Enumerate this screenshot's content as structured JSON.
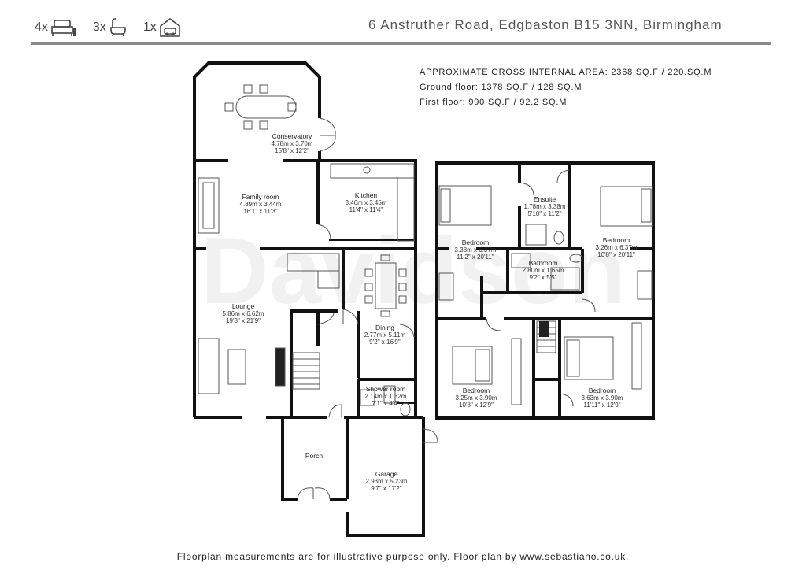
{
  "header": {
    "bedrooms": {
      "count": "4x",
      "icon": "bed-icon"
    },
    "bathrooms": {
      "count": "3x",
      "icon": "bath-icon"
    },
    "garages": {
      "count": "1x",
      "icon": "garage-icon"
    },
    "address": "6 Anstruther Road, Edgbaston B15 3NN, Birmingham"
  },
  "area": {
    "total": "APPROXIMATE GROSS INTERNAL AREA: 2368 SQ.F / 220.SQ.M",
    "ground": "Ground floor: 1378 SQ.F / 128 SQ.M",
    "first": "First floor:  990 SQ.F / 92.2 SQ.M"
  },
  "watermark": "Davidson",
  "ground_floor": {
    "conservatory": {
      "name": "Conservatory",
      "metric": "4.78m x 3.70m",
      "imperial": "15'8\" x 12'2\""
    },
    "family_room": {
      "name": "Family room",
      "metric": "4.89m x 3.44m",
      "imperial": "16'1\" x 11'3\""
    },
    "kitchen": {
      "name": "Kitchen",
      "metric": "3.46m x 3.45m",
      "imperial": "11'4\" x 11'4\""
    },
    "lounge": {
      "name": "Lounge",
      "metric": "5.86m x 6.62m",
      "imperial": "19'3\" x 21'9\""
    },
    "dining": {
      "name": "Dining",
      "metric": "2.77m x 5.11m",
      "imperial": "9'2\" x 16'9\""
    },
    "shower_room": {
      "name": "Shower room",
      "metric": "2.14m x 1.32m",
      "imperial": "7'1\" x 4'4\""
    },
    "porch": {
      "name": "Porch"
    },
    "garage": {
      "name": "Garage",
      "metric": "2.93m x 5.23m",
      "imperial": "9'7\" x 17'2\""
    }
  },
  "first_floor": {
    "bedroom_1": {
      "name": "Bedroom",
      "metric": "3.38m x 6.37m",
      "imperial": "11'2\" x 20'11\""
    },
    "ensuite": {
      "name": "Ensuite",
      "metric": "1.78m x 3.38m",
      "imperial": "5'10\" x 11'2\""
    },
    "bedroom_2": {
      "name": "Bedroom",
      "metric": "3.26m x 6.37m",
      "imperial": "10'8\" x 20'11\""
    },
    "bathroom": {
      "name": "Bathroom",
      "metric": "2.80m x 1.65m",
      "imperial": "9'2\" x 5'5\""
    },
    "bedroom_3": {
      "name": "Bedroom",
      "metric": "3.25m x 3.90m",
      "imperial": "10'8\" x 12'9\""
    },
    "bedroom_4": {
      "name": "Bedroom",
      "metric": "3.63m x 3.90m",
      "imperial": "11'11\" x 12'9\""
    }
  },
  "footer": "Floorplan measurements are for illustrative purpose only. Floor plan by www.sebastiano.co.uk."
}
